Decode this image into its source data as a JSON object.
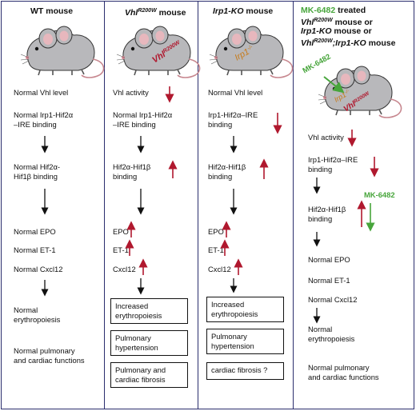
{
  "columns": {
    "wt": {
      "title": "WT mouse",
      "items": [
        "Normal Vhl level",
        "Normal Irp1-Hif2α",
        "–IRE binding",
        "Normal Hif2α-",
        "Hif1β binding",
        "Normal EPO",
        "Normal ET-1",
        "Normal Cxcl12",
        "Normal",
        "erythropoiesis",
        "Normal pulmonary",
        "and cardiac functions"
      ]
    },
    "vhl": {
      "title_main": "Vhl",
      "title_sup": "R200W",
      "title_rest": " mouse",
      "mouse_label": "Vhl",
      "mouse_label_sup": "R200W",
      "items": [
        "Vhl activity",
        "Normal Irp1-Hif2α",
        "–IRE binding",
        "Hif2α-Hif1β",
        "binding",
        "EPO",
        "ET-1",
        "Cxcl12"
      ],
      "boxes": [
        [
          "Increased",
          "erythropoiesis"
        ],
        [
          "Pulmonary",
          "hypertension"
        ],
        [
          "Pulmonary and",
          "cardiac fibrosis"
        ]
      ]
    },
    "irp": {
      "title_main": "Irp1-KO",
      "title_rest": " mouse",
      "mouse_label": "Irp1",
      "mouse_label_sup": "-/-",
      "items": [
        "Normal Vhl level",
        "Irp1-Hif2α–IRE",
        "binding",
        "Hif2α-Hif1β",
        "binding",
        "EPO",
        "ET-1",
        "Cxcl12"
      ],
      "boxes": [
        [
          "Increased",
          "erythropoiesis"
        ],
        [
          "Pulmonary",
          "hypertension"
        ],
        [
          "cardiac fibrosis ?"
        ]
      ]
    },
    "mk": {
      "title_drug": "MK-6482",
      "title_l1_rest": " treated",
      "title_l2_main": "Vhl",
      "title_l2_sup": "R200W",
      "title_l2_rest": " mouse or",
      "title_l3_main": "Irp1-KO",
      "title_l3_rest": " mouse or",
      "title_l4_a": "Vhl",
      "title_l4_sup": "R200W",
      "title_l4_b": ";Irp1-KO",
      "title_l4_rest": " mouse",
      "drug_label": "MK-6482",
      "drug_label_2": "MK-6482",
      "items": [
        "Vhl activity",
        "Irp1-Hif2α–IRE",
        "binding",
        "Hif2α-Hif1β",
        "binding",
        "Normal EPO",
        "Normal ET-1",
        "Normal Cxcl12",
        "Normal",
        "erythropoiesis",
        "Normal pulmonary",
        "and cardiac functions"
      ]
    }
  },
  "colors": {
    "border": "#2b2e6e",
    "increase_decrease_arrow": "#b0182e",
    "drug": "#47a53b",
    "mouse_body": "#b8b8bb"
  }
}
